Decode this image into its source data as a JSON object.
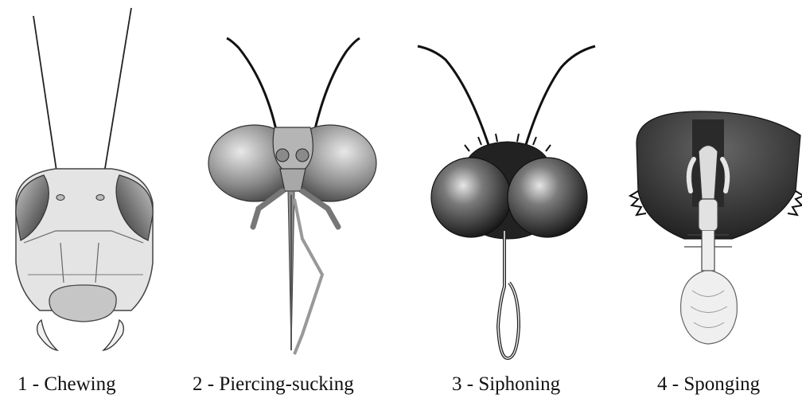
{
  "figure": {
    "panels": [
      {
        "id": "chewing",
        "caption": "1 - Chewing",
        "icon": "chewing-mouthpart-head"
      },
      {
        "id": "piercing-sucking",
        "caption": "2 - Piercing-sucking",
        "icon": "piercing-sucking-mouthpart-head"
      },
      {
        "id": "siphoning",
        "caption": "3 - Siphoning",
        "icon": "siphoning-mouthpart-head"
      },
      {
        "id": "sponging",
        "caption": "4 - Sponging",
        "icon": "sponging-mouthpart-head"
      }
    ]
  }
}
